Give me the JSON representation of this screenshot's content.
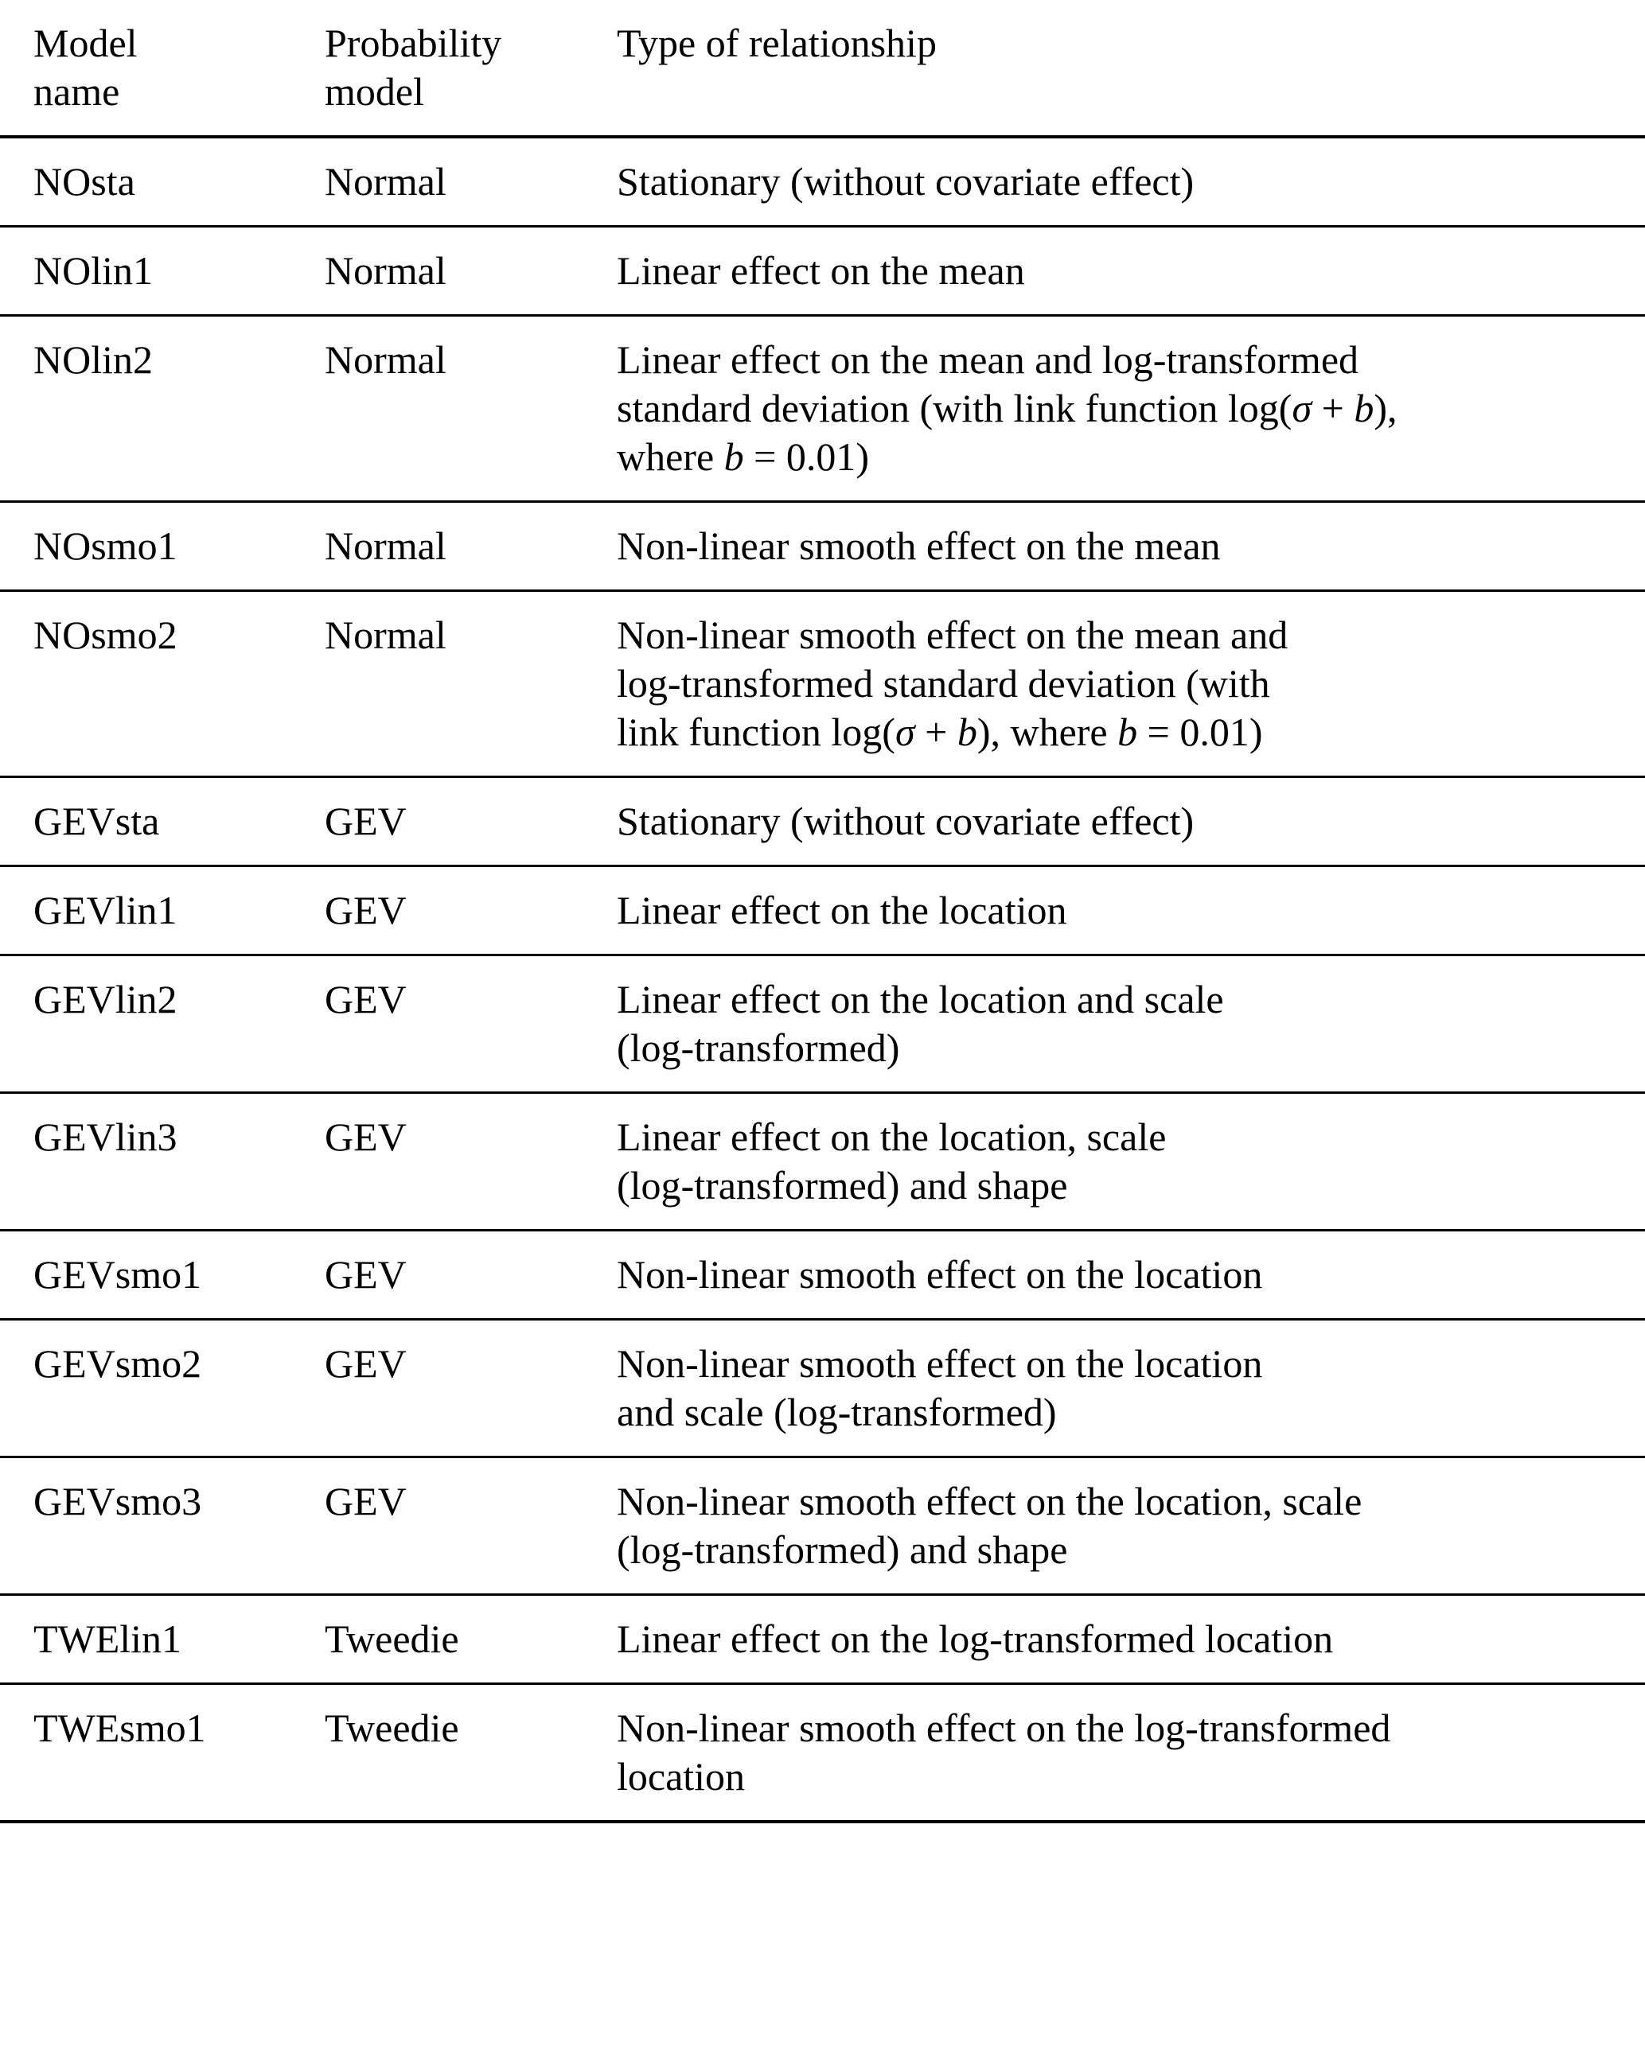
{
  "table": {
    "columns": [
      {
        "key": "model_name",
        "header_line1": "Model",
        "header_line2": "name"
      },
      {
        "key": "probability_model",
        "header_line1": "Probability",
        "header_line2": "model"
      },
      {
        "key": "relationship",
        "header_line1": "Type of relationship",
        "header_line2": ""
      }
    ],
    "rows": [
      {
        "model_name": "NOsta",
        "probability_model": "Normal",
        "relationship_lines": [
          "Stationary (without covariate effect)"
        ]
      },
      {
        "model_name": "NOlin1",
        "probability_model": "Normal",
        "relationship_lines": [
          "Linear effect on the mean"
        ]
      },
      {
        "model_name": "NOlin2",
        "probability_model": "Normal",
        "relationship_lines": [
          "Linear effect on the mean and log-transformed",
          "standard deviation (with link function log(σ + b),",
          "where b = 0.01)"
        ]
      },
      {
        "model_name": "NOsmo1",
        "probability_model": "Normal",
        "relationship_lines": [
          "Non-linear smooth effect on the mean"
        ]
      },
      {
        "model_name": "NOsmo2",
        "probability_model": "Normal",
        "relationship_lines": [
          "Non-linear smooth effect on the mean and",
          "log-transformed standard deviation (with",
          "link function log(σ + b), where b = 0.01)"
        ]
      },
      {
        "model_name": "GEVsta",
        "probability_model": "GEV",
        "relationship_lines": [
          "Stationary (without covariate effect)"
        ]
      },
      {
        "model_name": "GEVlin1",
        "probability_model": "GEV",
        "relationship_lines": [
          "Linear effect on the location"
        ]
      },
      {
        "model_name": "GEVlin2",
        "probability_model": "GEV",
        "relationship_lines": [
          "Linear effect on the location and scale",
          "(log-transformed)"
        ]
      },
      {
        "model_name": "GEVlin3",
        "probability_model": "GEV",
        "relationship_lines": [
          "Linear effect on the location, scale",
          "(log-transformed) and shape"
        ]
      },
      {
        "model_name": "GEVsmo1",
        "probability_model": "GEV",
        "relationship_lines": [
          "Non-linear smooth effect on the location"
        ]
      },
      {
        "model_name": "GEVsmo2",
        "probability_model": "GEV",
        "relationship_lines": [
          "Non-linear smooth effect on the location",
          "and scale (log-transformed)"
        ]
      },
      {
        "model_name": "GEVsmo3",
        "probability_model": "GEV",
        "relationship_lines": [
          "Non-linear smooth effect on the location, scale",
          "(log-transformed) and shape"
        ]
      },
      {
        "model_name": "TWElin1",
        "probability_model": "Tweedie",
        "relationship_lines": [
          "Linear effect on the log-transformed location"
        ]
      },
      {
        "model_name": "TWEsmo1",
        "probability_model": "Tweedie",
        "relationship_lines": [
          "Non-linear smooth effect on the log-transformed",
          "location"
        ]
      }
    ]
  },
  "style": {
    "rule_color": "#000000",
    "text_color": "#000000",
    "background": "#ffffff"
  }
}
